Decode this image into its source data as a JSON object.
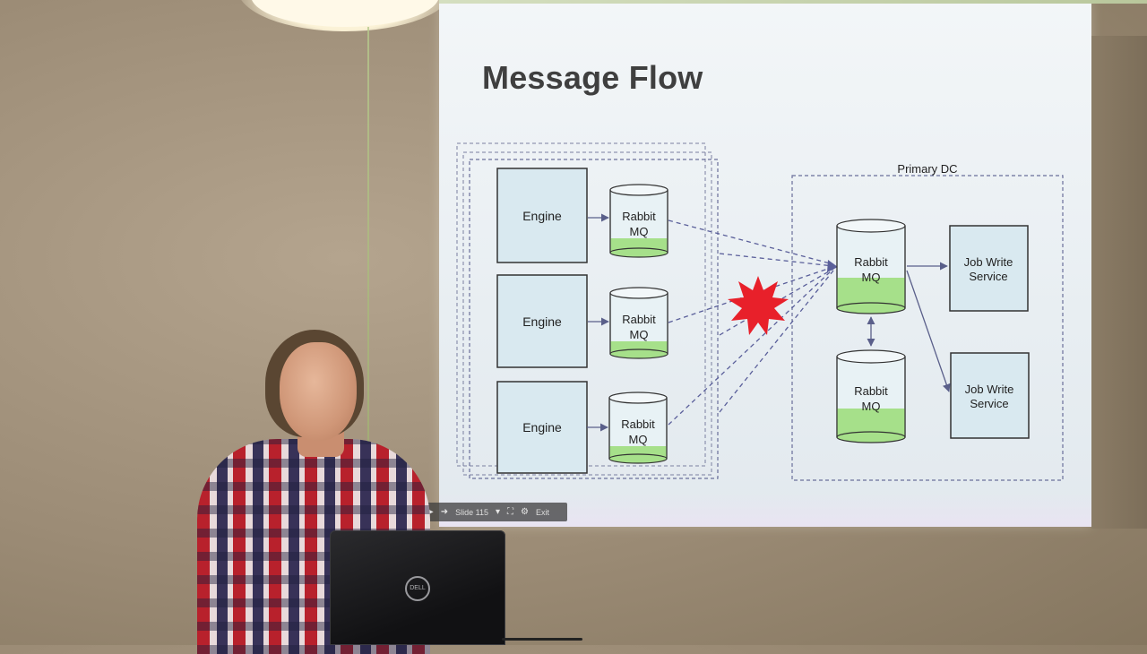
{
  "slide": {
    "title": "Message Flow",
    "primary_dc_label": "Primary DC",
    "engines": [
      "Engine",
      "Engine",
      "Engine"
    ],
    "queue_line1": "Rabbit",
    "queue_line2": "MQ",
    "job_write_line1": "Job Write",
    "job_write_line2": "Service"
  },
  "toolbar": {
    "slide_label": "Slide 115",
    "exit_label": "Exit"
  },
  "laptop": {
    "logo_text": "DELL"
  },
  "colors": {
    "slide_bg": "#eef3f6",
    "box_fill": "#d9e9f0",
    "queue_liquid": "#a6e08a",
    "burst": "#e8202a",
    "arrow": "#5a5f8a",
    "dashed": "#6a6f9a"
  },
  "icons": [
    "play-icon",
    "forward-icon",
    "fullscreen-icon",
    "gear-icon",
    "explosion-icon"
  ]
}
